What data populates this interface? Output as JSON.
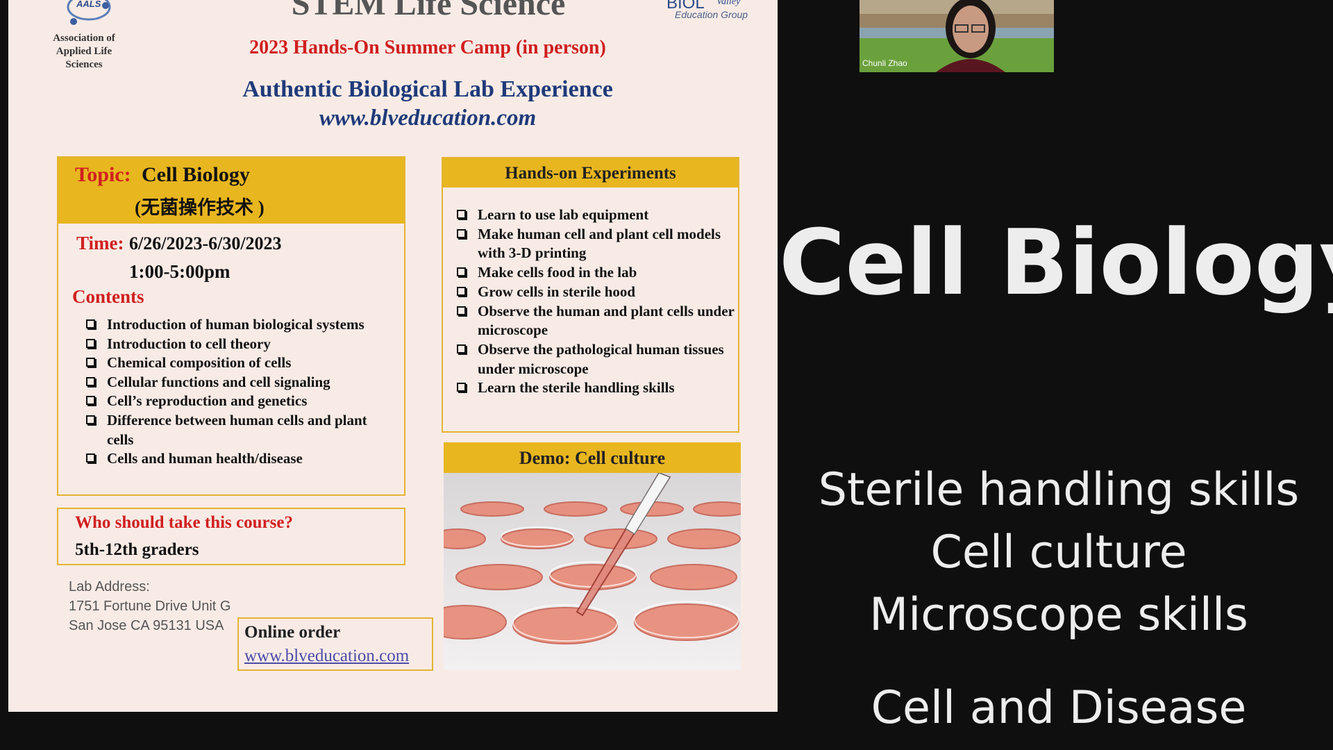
{
  "flyer": {
    "org_text": "Association of Applied Life Sciences",
    "aals_logo_text": "AALS",
    "title": "STEM Life Science",
    "bvl_logo_text": "BIOL",
    "bvl_logo_text2": "Valley",
    "bvl_subtitle": "Education Group",
    "camp": "2023 Hands-On Summer Camp (in person)",
    "tagline": "Authentic Biological Lab Experience",
    "website": "www.blveducation.com",
    "topic": {
      "label": "Topic:",
      "value": "Cell Biology",
      "chinese": "(无菌操作技术 )"
    },
    "time": {
      "label": "Time:",
      "dates": "6/26/2023-6/30/2023",
      "hours": "1:00-5:00pm"
    },
    "contents_label": "Contents",
    "contents": [
      "Introduction of human biological systems",
      "Introduction to cell theory",
      "Chemical composition of cells",
      "Cellular functions and cell signaling",
      "Cell’s reproduction and genetics",
      "Difference between human cells and plant cells",
      "Cells and human health/disease"
    ],
    "who": {
      "question": "Who should take this course?",
      "answer": "5th-12th graders"
    },
    "address": {
      "label": "Lab Address:",
      "line1": "1751 Fortune Drive Unit G",
      "line2": "San Jose CA 95131 USA"
    },
    "order": {
      "label": "Online order",
      "link": "www.blveducation.com"
    },
    "experiments_title": "Hands-on Experiments",
    "experiments": [
      "Learn to use lab equipment",
      "Make human cell and plant cell models with 3-D printing",
      "Make cells food in the lab",
      "Grow cells in sterile hood",
      "Observe the human and plant cells under microscope",
      "Observe the pathological human tissues under microscope",
      "Learn the sterile handling skills"
    ],
    "demo_title": "Demo: Cell culture"
  },
  "video": {
    "participant_name": "Chunli Zhao"
  },
  "slide": {
    "title": "Cell Biology",
    "lines": [
      "Sterile handling skills",
      "Cell culture",
      "Microscope skills",
      "Cell and Disease"
    ]
  },
  "colors": {
    "accent_yellow": "#e8b61f",
    "heading_red": "#d01f1f",
    "heading_blue": "#1f3a7a",
    "background_dark": "#0f0f0f"
  },
  "icons": [
    "checkbox-bullet-icon",
    "aals-logo-icon",
    "bvl-logo-icon"
  ]
}
